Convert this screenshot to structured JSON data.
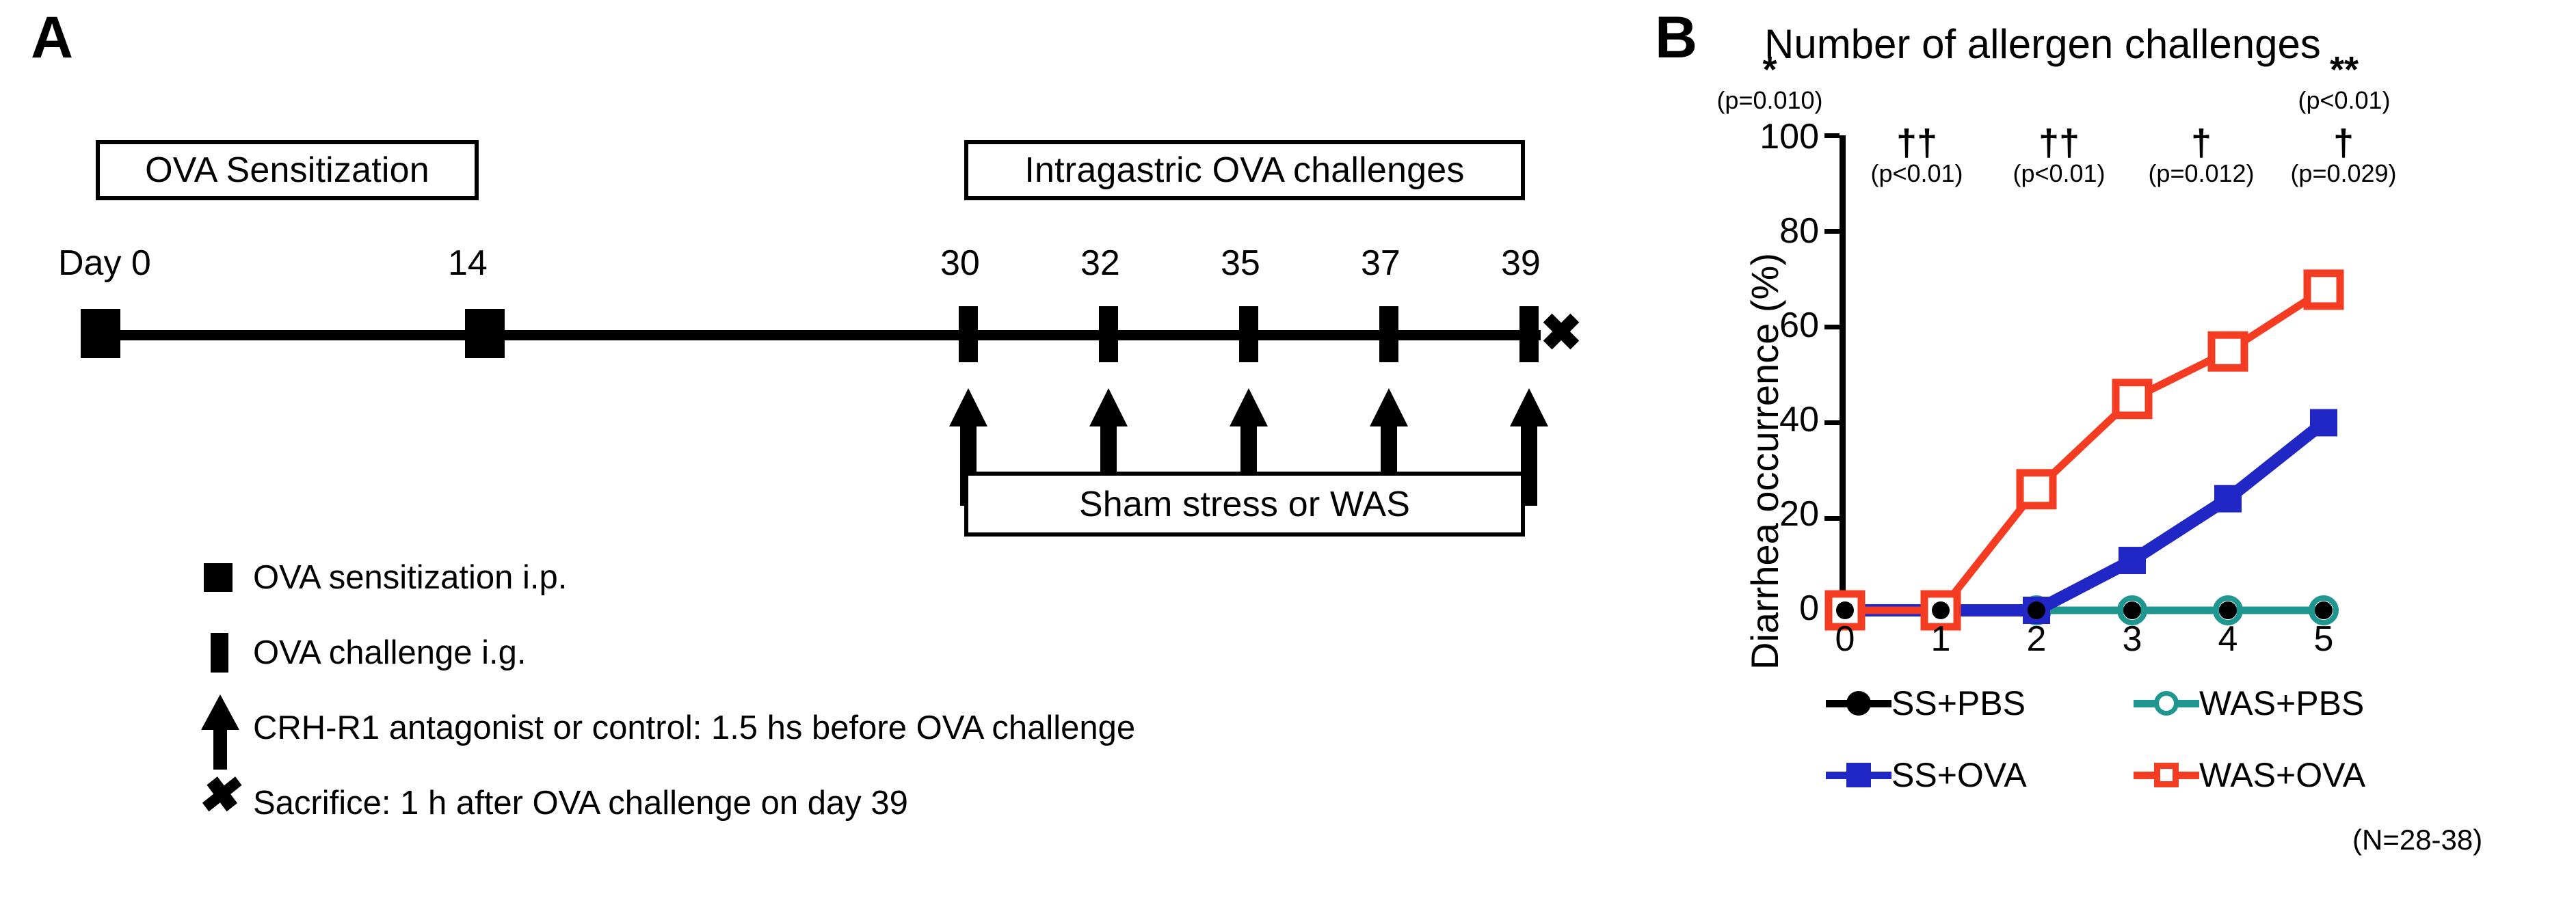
{
  "panels": {
    "a_letter": "A",
    "b_letter": "B"
  },
  "panelA": {
    "sensitization_box": "OVA Sensitization",
    "challenges_box": "Intragastric OVA challenges",
    "stress_box": "Sham stress or WAS",
    "day_prefix": "Day 0",
    "day_labels": [
      "Day 0",
      "14",
      "30",
      "32",
      "35",
      "37",
      "39"
    ],
    "sacrifice_mark": "✖",
    "legend": [
      {
        "icon": "square-large-icon",
        "text": "OVA sensitization i.p."
      },
      {
        "icon": "square-tall-icon",
        "text": "OVA challenge i.g."
      },
      {
        "icon": "arrow-up-icon",
        "text": "CRH-R1 antagonist or control: 1.5 hs before OVA challenge"
      },
      {
        "icon": "x-cross-icon",
        "text": "Sacrifice: 1 h after OVA challenge on day 39"
      }
    ]
  },
  "chart_data": {
    "type": "line",
    "title": "Number of allergen challenges",
    "xlabel": "",
    "ylabel": "Diarrhea occurrence (%)",
    "x": [
      0,
      1,
      2,
      3,
      4,
      5
    ],
    "xticklabels": [
      "0",
      "1",
      "2",
      "3",
      "4",
      "5"
    ],
    "yticklabels": [
      "0",
      "20",
      "40",
      "60",
      "80",
      "100"
    ],
    "yticks": [
      0,
      20,
      40,
      60,
      80,
      100
    ],
    "ylim": [
      0,
      100
    ],
    "xlim": [
      0,
      5
    ],
    "grid": false,
    "legend_position": "below",
    "sample_size_note": "(N=28-38)",
    "series": [
      {
        "name": "SS+PBS",
        "color": "#000000",
        "marker": "filled-circle",
        "values": [
          0,
          0,
          0,
          0,
          0,
          0
        ]
      },
      {
        "name": "WAS+PBS",
        "color": "#1F9690",
        "marker": "open-circle",
        "values": [
          0,
          0,
          0,
          0,
          0,
          0
        ]
      },
      {
        "name": "SS+OVA",
        "color": "#2027C4",
        "marker": "filled-square",
        "values": [
          0,
          0,
          0,
          10.5,
          23.5,
          39.5
        ]
      },
      {
        "name": "WAS+OVA",
        "color": "#F43C22",
        "marker": "open-square",
        "values": [
          0,
          0,
          25.5,
          44.5,
          54.5,
          67.5
        ]
      }
    ],
    "annotations": [
      {
        "x": 2,
        "mark": "††",
        "p": "(p<0.01)",
        "row": "lower"
      },
      {
        "x": 3,
        "mark": "††",
        "p": "(p<0.01)",
        "row": "lower"
      },
      {
        "x": 4,
        "mark": "†",
        "p": "(p=0.012)",
        "row": "lower"
      },
      {
        "x": 5,
        "mark": "†",
        "p": "(p=0.029)",
        "row": "lower"
      },
      {
        "x": 4,
        "mark": "*",
        "p": "(p=0.010)",
        "row": "upper"
      },
      {
        "x": 5,
        "mark": "**",
        "p": "(p<0.01)",
        "row": "upper"
      }
    ]
  }
}
